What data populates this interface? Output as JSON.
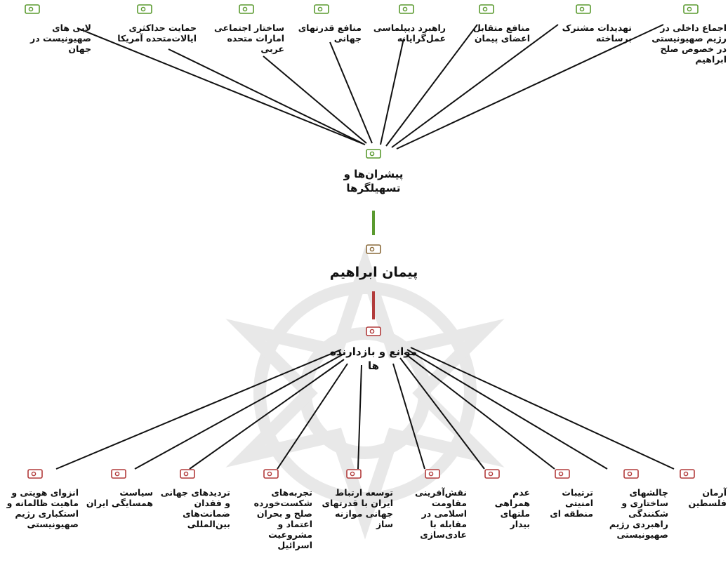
{
  "colors": {
    "green": "#5a9a2f",
    "red": "#b23b3b",
    "line": "#111111",
    "watermark": "#cfcfcf"
  },
  "top_nodes": [
    {
      "id": "t1",
      "label": "اجماع داخلی در رژیم صهیونیستی در خصوص صلح ابراهیم"
    },
    {
      "id": "t2",
      "label": "تهدیدات مشترک برساخته"
    },
    {
      "id": "t3",
      "label": "منافع متقابل اعضای پیمان"
    },
    {
      "id": "t4",
      "label": "راهبرد دیپلماسی عمل‌گرایانه"
    },
    {
      "id": "t5",
      "label": "منافع قدرتهای جهانی"
    },
    {
      "id": "t6",
      "label": "ساختار اجتماعی امارات متحده عربی"
    },
    {
      "id": "t7",
      "label": "حمایت حداکثری ایالات‌متحده آمریکا"
    },
    {
      "id": "t8",
      "label": "لابی های صهیونیست در جهان"
    }
  ],
  "drivers": {
    "label": "پیشران‌ها و تسهیلگرها"
  },
  "main": {
    "label": "پیمان ابراهیم"
  },
  "barriers": {
    "label": "موانع و بازدارنده ها"
  },
  "bottom_nodes": [
    {
      "id": "b1",
      "label": "آرمان فلسطین"
    },
    {
      "id": "b2",
      "label": "چالشهای ساختاری و شکنندگی راهبردی رژیم صهیونیستی"
    },
    {
      "id": "b3",
      "label": "ترتیبات امنیتی منطقه ای"
    },
    {
      "id": "b4",
      "label": "عدم همراهی ملتهای بیدار"
    },
    {
      "id": "b5",
      "label": "نقش‌آفرینی مقاومت اسلامی در مقابله با عادی‌سازی"
    },
    {
      "id": "b6",
      "label": "توسعه ارتباط ایران با قدرتهای جهانی موازنه ساز"
    },
    {
      "id": "b7",
      "label": "تجربه‌های شکست‌خورده صلح و بحران اعتماد و مشروعیت اسرائیل"
    },
    {
      "id": "b8",
      "label": "تردیدهای جهانی و فقدان ضمانت‌های بین‌المللی"
    },
    {
      "id": "b9",
      "label": "سیاست همسایگی ایران"
    },
    {
      "id": "b10",
      "label": "انزوای هویتی و ماهیت ظالمانه و استکباری رژیم صهیونیستی"
    }
  ]
}
